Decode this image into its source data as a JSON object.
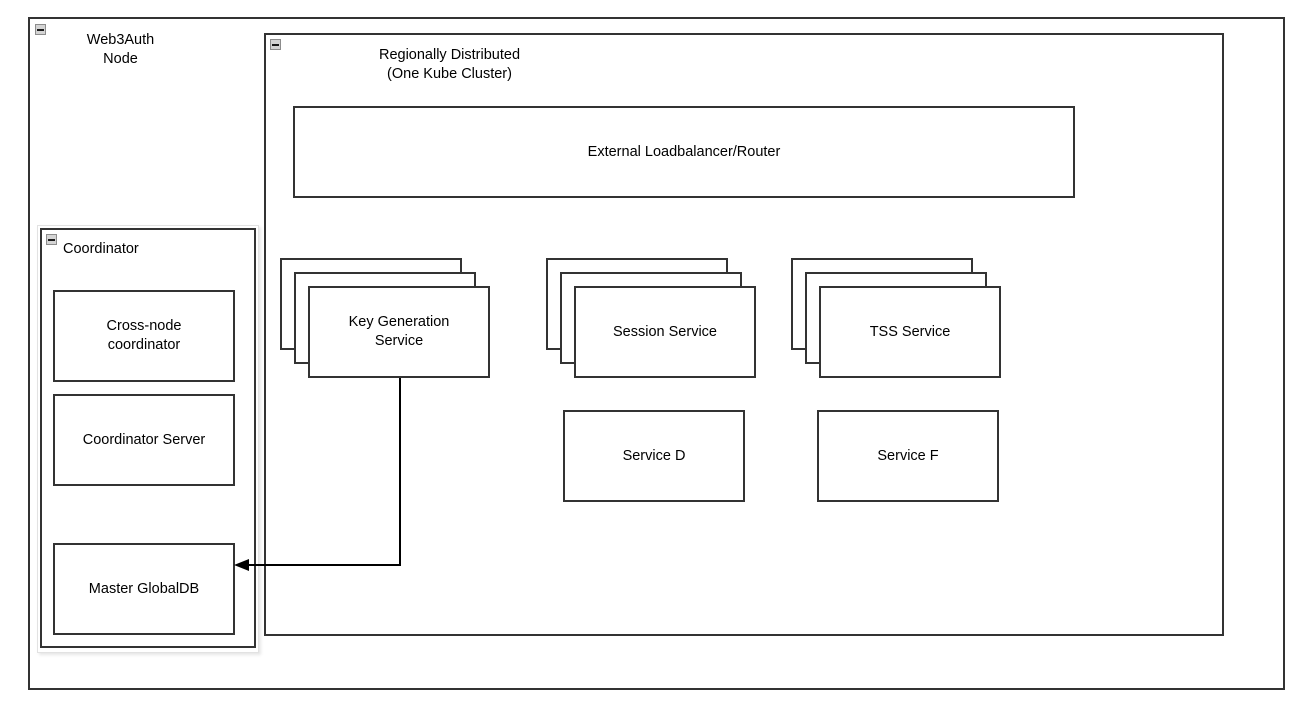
{
  "diagram": {
    "outer_node": {
      "title": "Web3Auth\nNode",
      "collapse_icon": "collapse-minus-icon"
    },
    "cluster": {
      "title": "Regionally Distributed\n(One Kube Cluster)",
      "collapse_icon": "collapse-minus-icon"
    },
    "coordinator": {
      "title": "Coordinator",
      "collapse_icon": "collapse-minus-icon",
      "items": [
        {
          "label": "Cross-node\ncoordinator"
        },
        {
          "label": "Coordinator Server"
        },
        {
          "label": "Master GlobalDB"
        }
      ]
    },
    "loadbalancer": {
      "label": "External Loadbalancer/Router"
    },
    "stacked_services": [
      {
        "label": "Key Generation\nService"
      },
      {
        "label": "Session Service"
      },
      {
        "label": "TSS Service"
      }
    ],
    "plain_services": [
      {
        "label": "Service D"
      },
      {
        "label": "Service F"
      }
    ],
    "connector": {
      "from": "Key Generation Service",
      "to": "Master GlobalDB",
      "arrow": "arrow-head-left"
    },
    "colors": {
      "stroke": "#333333",
      "background": "#ffffff",
      "text": "#000000",
      "icon_fill": "#d4d4d4",
      "icon_border": "#8c8c8c"
    }
  }
}
